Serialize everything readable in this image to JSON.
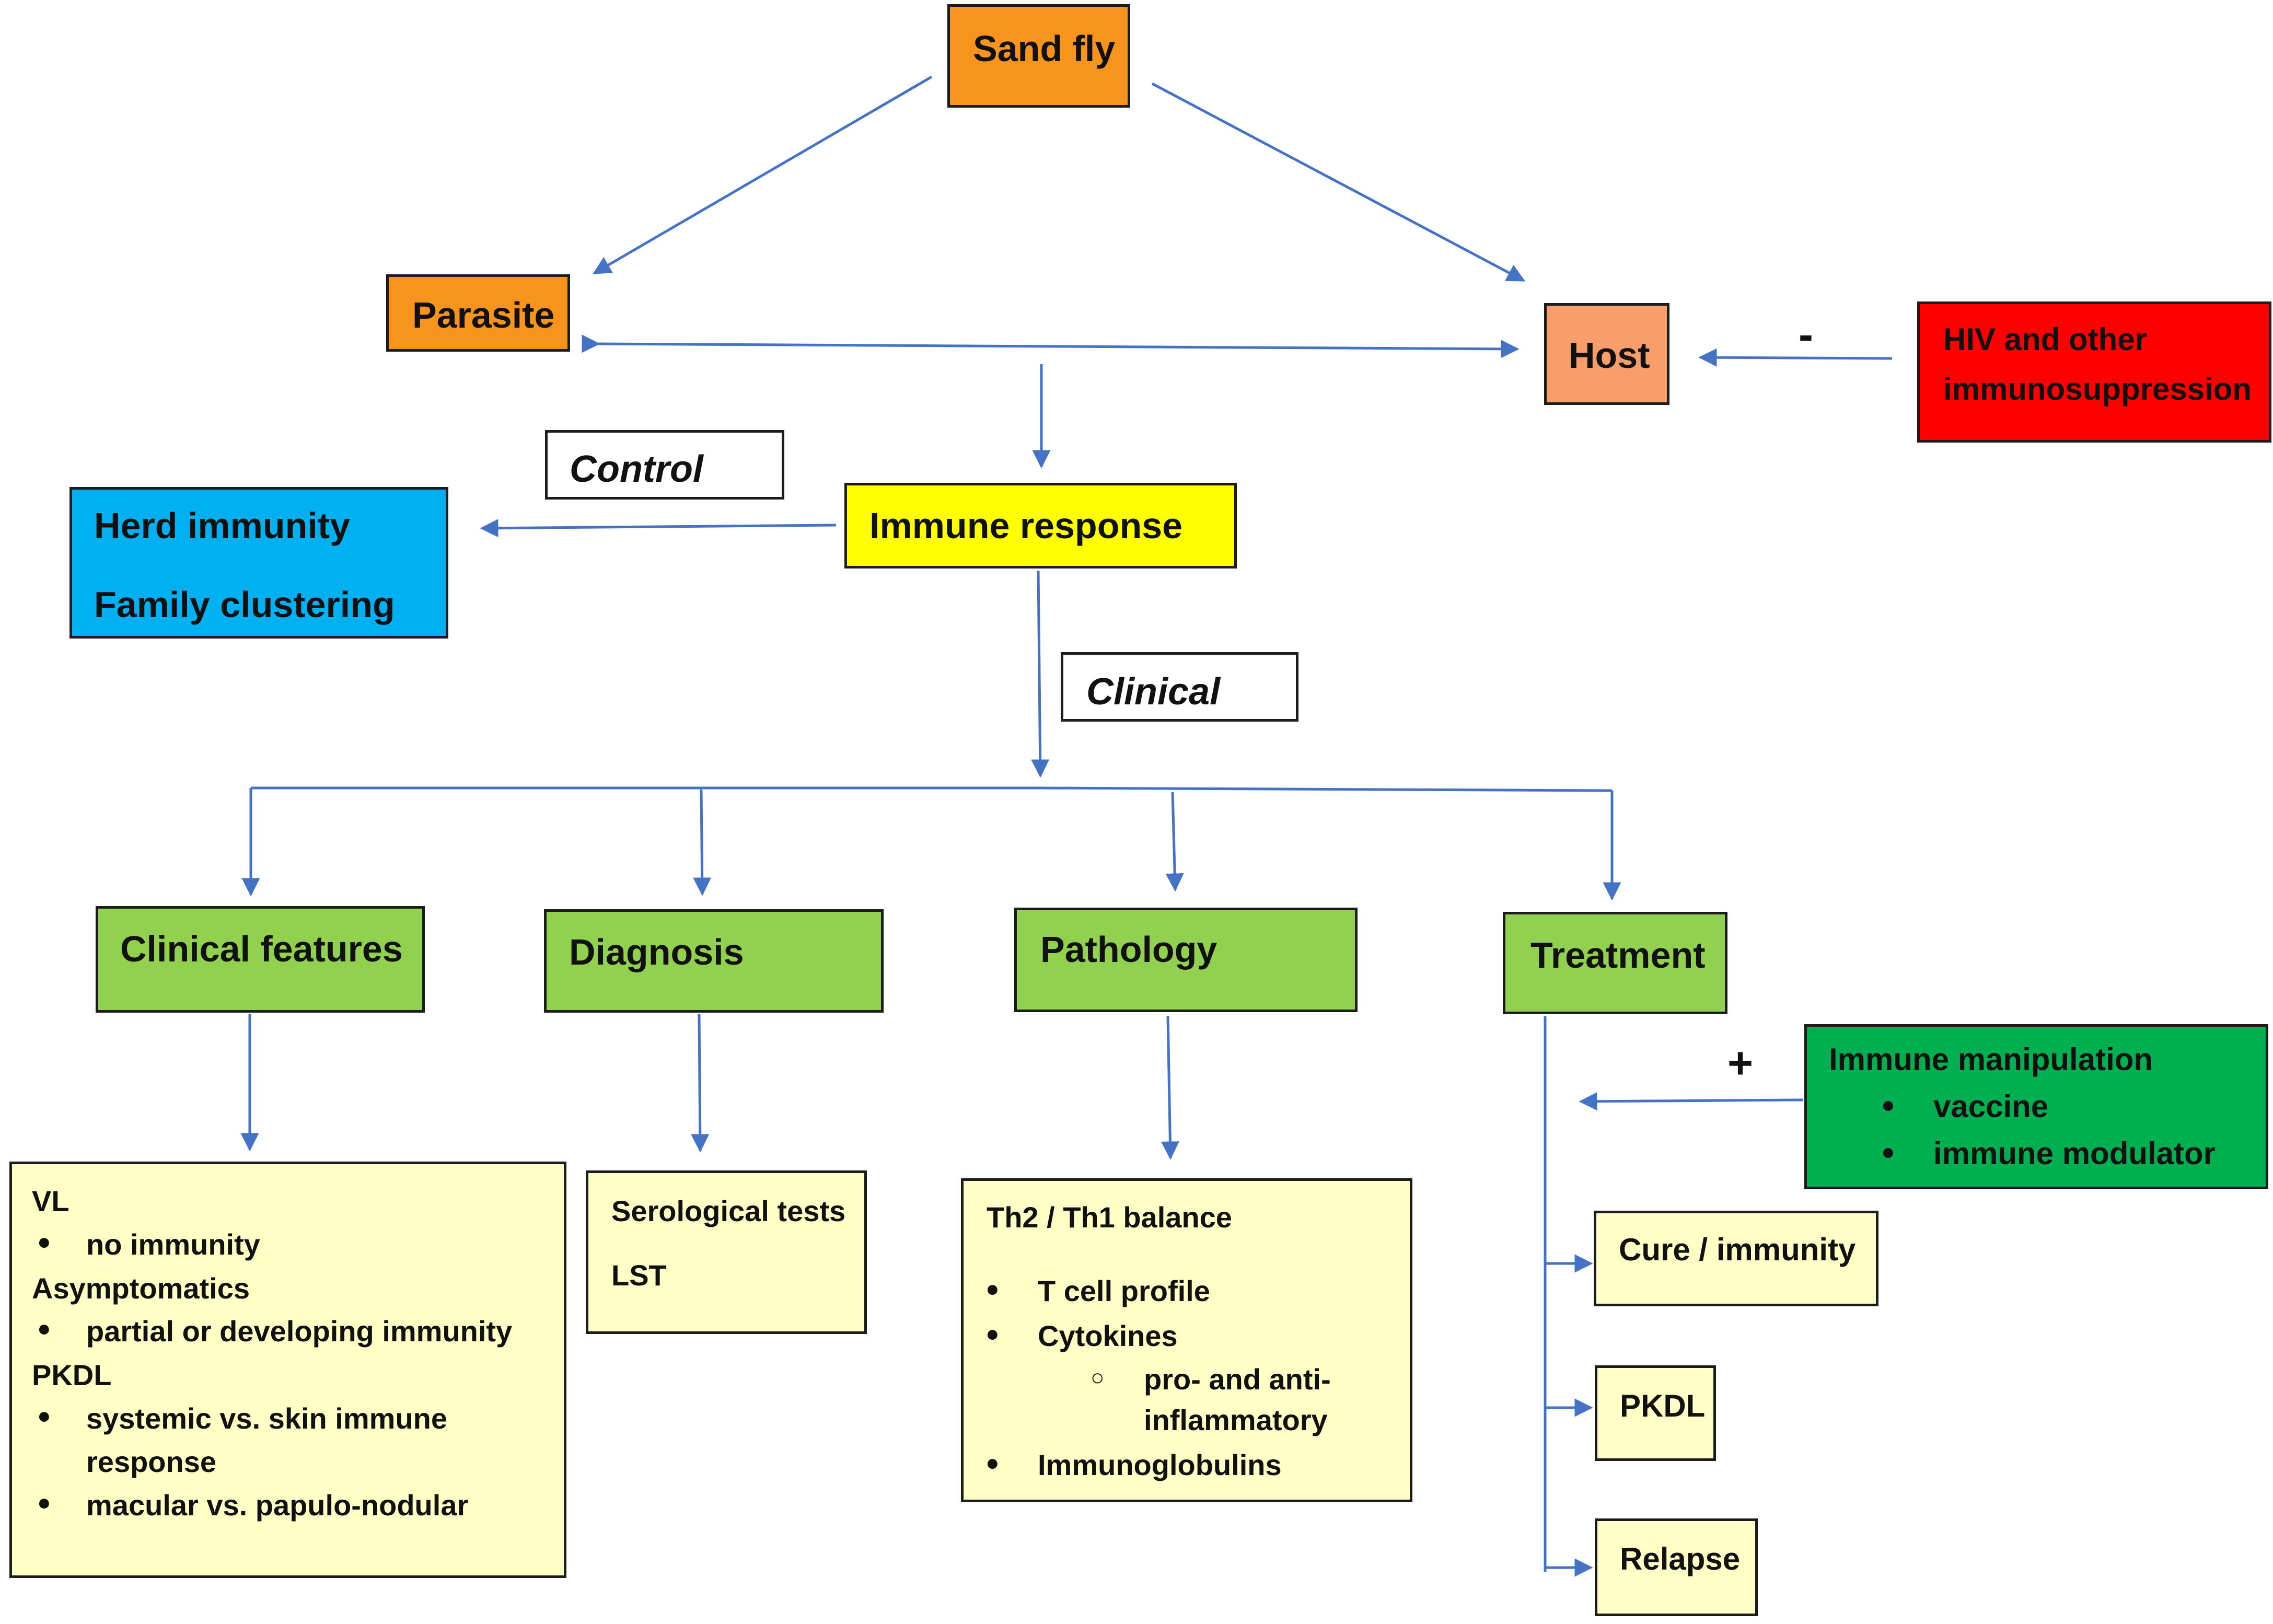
{
  "nodes": {
    "sand_fly": "Sand fly",
    "parasite": "Parasite",
    "host": "Host",
    "hiv": {
      "line1": "HIV and other",
      "line2": "immunosuppression"
    },
    "control_label": "Control",
    "immune_response": "Immune response",
    "herd": {
      "line1": "Herd immunity",
      "line2": "Family clustering"
    },
    "clinical_label": "Clinical",
    "clinical_features": "Clinical features",
    "diagnosis": "Diagnosis",
    "pathology": "Pathology",
    "treatment": "Treatment",
    "immune_manipulation": {
      "title": "Immune manipulation",
      "items": [
        "vaccine",
        "immune modulator"
      ]
    },
    "cure": "Cure / immunity",
    "pkdl": "PKDL",
    "relapse": "Relapse"
  },
  "details": {
    "clinical_features": {
      "vl": "VL",
      "vl_item": "no immunity",
      "asymptomatics": "Asymptomatics",
      "asym_item": "partial or developing immunity",
      "pkdl": "PKDL",
      "pkdl_item1_l1": "systemic vs. skin immune",
      "pkdl_item1_l2": "response",
      "pkdl_item2": "macular vs. papulo-nodular"
    },
    "diagnosis": {
      "line1": "Serological tests",
      "line2": "LST"
    },
    "pathology": {
      "heading": "Th2 / Th1 balance",
      "item1": "T cell profile",
      "item2": "Cytokines",
      "sub_l1": "pro- and anti-",
      "sub_l2": "inflammatory",
      "item3": "Immunoglobulins"
    }
  },
  "signs": {
    "minus": "-",
    "plus": "+"
  },
  "colors": {
    "orange": "#f7941d",
    "salmon": "#f79e6b",
    "red": "#ff0000",
    "yellow": "#ffff00",
    "blue": "#00b0f0",
    "green": "#92d050",
    "dark_green": "#00b050",
    "pale_yellow": "#ffffc6",
    "arrow": "#4472c4"
  }
}
